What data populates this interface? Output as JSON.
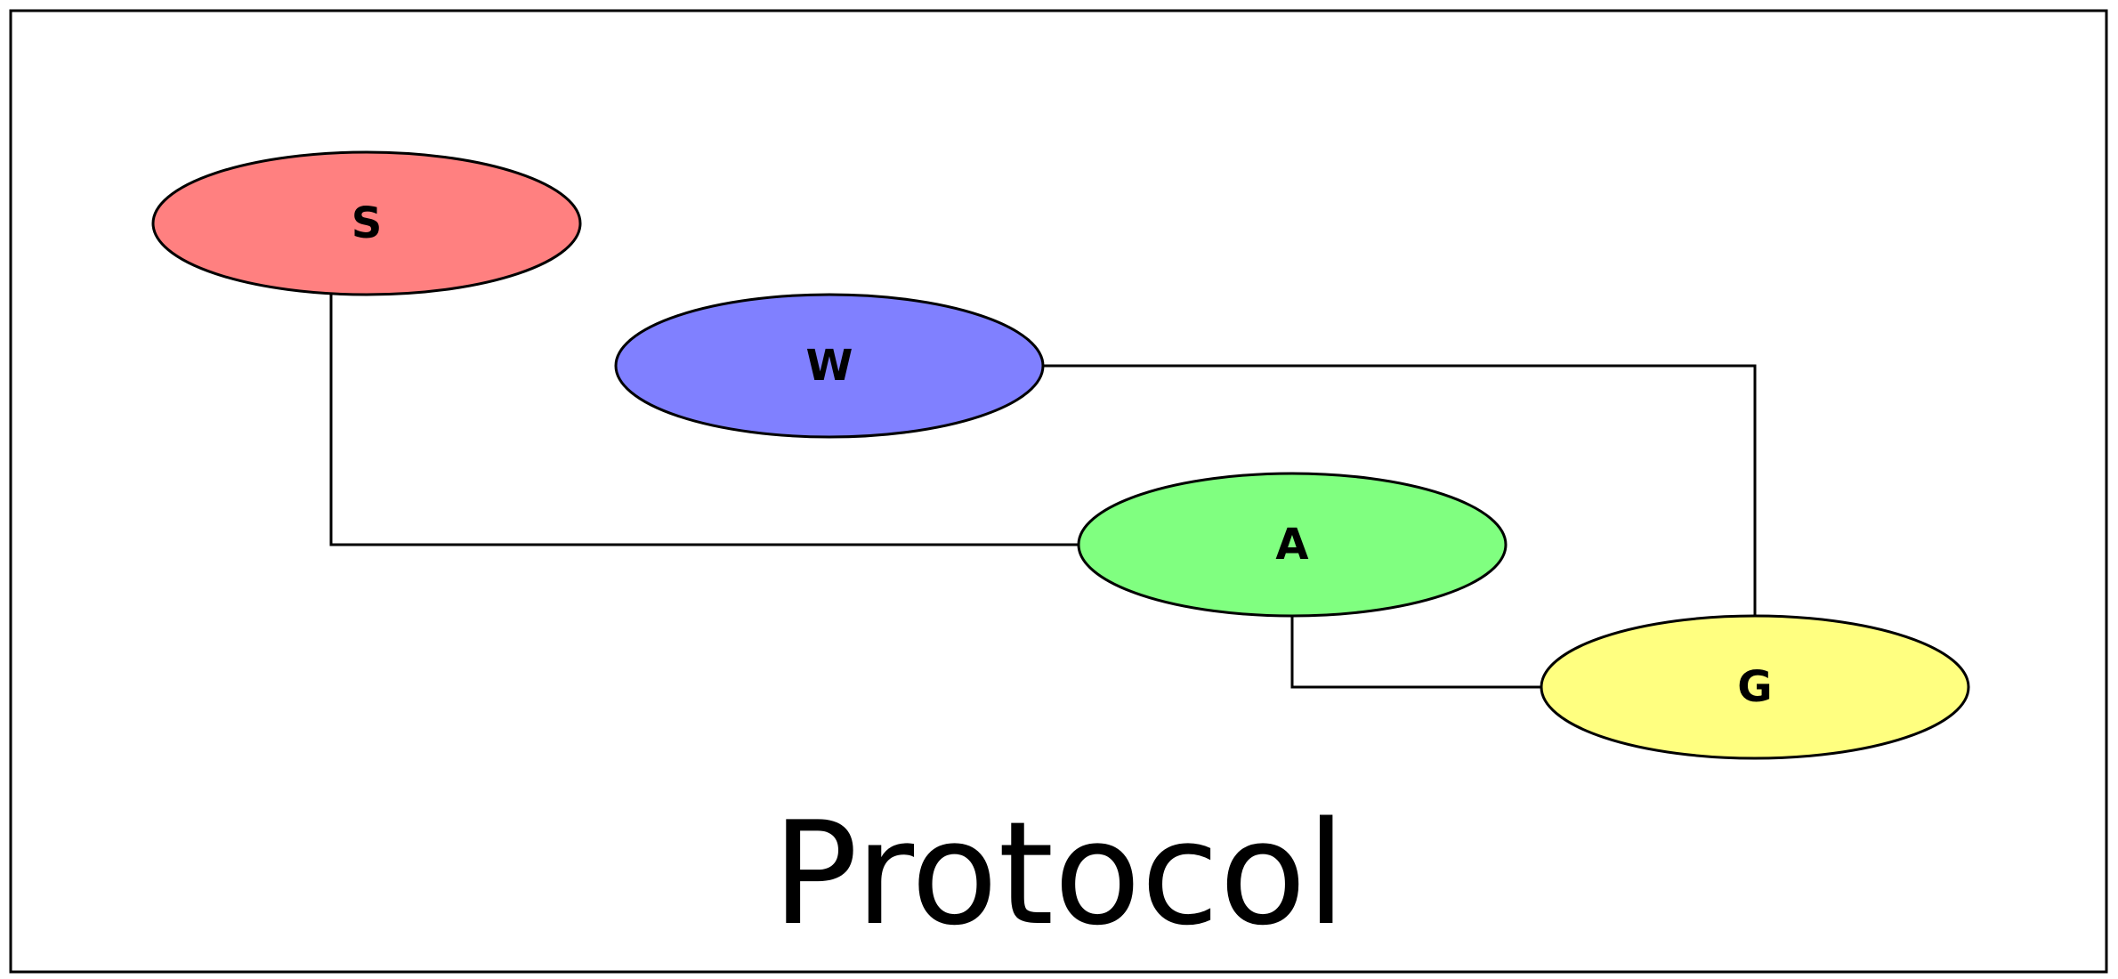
{
  "diagram": {
    "title": "Protocol",
    "nodes": [
      {
        "id": "S",
        "label": "S",
        "color": "#ff8080"
      },
      {
        "id": "W",
        "label": "W",
        "color": "#8080ff"
      },
      {
        "id": "A",
        "label": "A",
        "color": "#80ff80"
      },
      {
        "id": "G",
        "label": "G",
        "color": "#ffff80"
      }
    ],
    "edges": [
      {
        "from": "S",
        "to": "A"
      },
      {
        "from": "W",
        "to": "G"
      },
      {
        "from": "A",
        "to": "G"
      }
    ],
    "colors": {
      "stroke": "#000000",
      "background": "#ffffff"
    }
  }
}
